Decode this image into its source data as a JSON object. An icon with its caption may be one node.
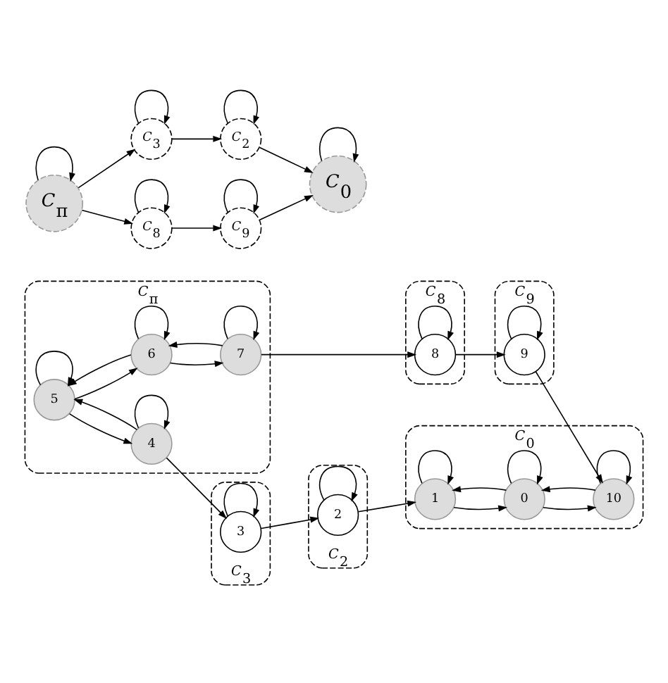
{
  "diagram": {
    "nodes": [
      {
        "text": [
          "*C*$_{3}$"
        ]
      },
      {
        "text": [
          "3"
        ],
        "in": 0
      },
      {
        "text": [
          "*C*$_{2}$"
        ]
      },
      {
        "text": [
          "2"
        ],
        "in": 2
      },
      {
        "text": [
          "*C*$_{π}$"
        ]
      },
      {
        "text": [
          "5"
        ],
        "in": 4
      },
      {
        "text": [
          "4"
        ],
        "in": 4
      },
      {
        "text": [
          "6"
        ],
        "in": 4
      },
      {
        "text": [
          "7"
        ],
        "in": 4
      },
      {
        "text": [
          "*C*$_{0}$"
        ]
      },
      {
        "text": [
          "1"
        ],
        "in": 9
      },
      {
        "text": [
          "0"
        ],
        "in": 9
      },
      {
        "text": [
          "10"
        ],
        "in": 9
      },
      {
        "text": [
          "*C*$_{8}$"
        ]
      },
      {
        "text": [
          "8"
        ],
        "in": 13
      },
      {
        "text": [
          "*C*$_{9}$"
        ]
      },
      {
        "text": [
          "9"
        ],
        "in": 15
      },
      {
        "text": [
          "*C*$_{π}$"
        ]
      },
      {
        "text": [
          "*C*$_{3}$"
        ]
      },
      {
        "text": [
          "*C*$_{2}$"
        ]
      },
      {
        "text": [
          "*C*$_{0}$"
        ]
      },
      {
        "text": [
          "*C*$_{8}$"
        ]
      },
      {
        "text": [
          "*C*$_{9}$"
        ]
      }
    ],
    "edges": [
      {
        "from": 6,
        "to": 5,
        "arrow": "to"
      },
      {
        "from": 5,
        "to": 6,
        "arrow": "to"
      },
      {
        "from": 5,
        "to": 7,
        "arrow": "to"
      },
      {
        "from": 7,
        "to": 5,
        "arrow": "to"
      },
      {
        "from": 8,
        "to": 7,
        "arrow": "to"
      },
      {
        "from": 7,
        "to": 8,
        "arrow": "to"
      },
      {
        "from": 5,
        "to": 5,
        "arrow": "to"
      },
      {
        "from": 6,
        "to": 6,
        "arrow": "to"
      },
      {
        "from": 7,
        "to": 7,
        "arrow": "to"
      },
      {
        "from": 8,
        "to": 8,
        "arrow": "to"
      },
      {
        "from": 6,
        "to": 1,
        "arrow": "to"
      },
      {
        "from": 8,
        "to": 14,
        "arrow": "to"
      },
      {
        "from": 1,
        "to": 1,
        "arrow": "to"
      },
      {
        "from": 14,
        "to": 14,
        "arrow": "to"
      },
      {
        "from": 1,
        "to": 3,
        "arrow": "to"
      },
      {
        "from": 14,
        "to": 16,
        "arrow": "to"
      },
      {
        "from": 3,
        "to": 3,
        "arrow": "to"
      },
      {
        "from": 16,
        "to": 16,
        "arrow": "to"
      },
      {
        "from": 3,
        "to": 10,
        "arrow": "to"
      },
      {
        "from": 16,
        "to": 12,
        "arrow": "to"
      },
      {
        "from": 10,
        "to": 10,
        "arrow": "to"
      },
      {
        "from": 12,
        "to": 12,
        "arrow": "to"
      },
      {
        "from": 11,
        "to": 11,
        "arrow": "to"
      },
      {
        "from": 10,
        "to": 11,
        "arrow": "to"
      },
      {
        "from": 11,
        "to": 10,
        "arrow": "to"
      },
      {
        "from": 11,
        "to": 12,
        "arrow": "to"
      },
      {
        "from": 12,
        "to": 11,
        "arrow": "to"
      },
      {
        "from": 17,
        "to": 17,
        "arrow": "to"
      },
      {
        "from": 17,
        "to": 18,
        "arrow": "to"
      },
      {
        "from": 17,
        "to": 21,
        "arrow": "to"
      },
      {
        "from": 18,
        "to": 18,
        "arrow": "to"
      },
      {
        "from": 21,
        "to": 21,
        "arrow": "to"
      },
      {
        "from": 18,
        "to": 19,
        "arrow": "to"
      },
      {
        "from": 21,
        "to": 22,
        "arrow": "to"
      },
      {
        "from": 19,
        "to": 19,
        "arrow": "to"
      },
      {
        "from": 22,
        "to": 22,
        "arrow": "to"
      },
      {
        "from": 19,
        "to": 20,
        "arrow": "to"
      },
      {
        "from": 22,
        "to": 20,
        "arrow": "to"
      },
      {
        "from": 20,
        "to": 20,
        "arrow": "to"
      }
    ]
  }
}
